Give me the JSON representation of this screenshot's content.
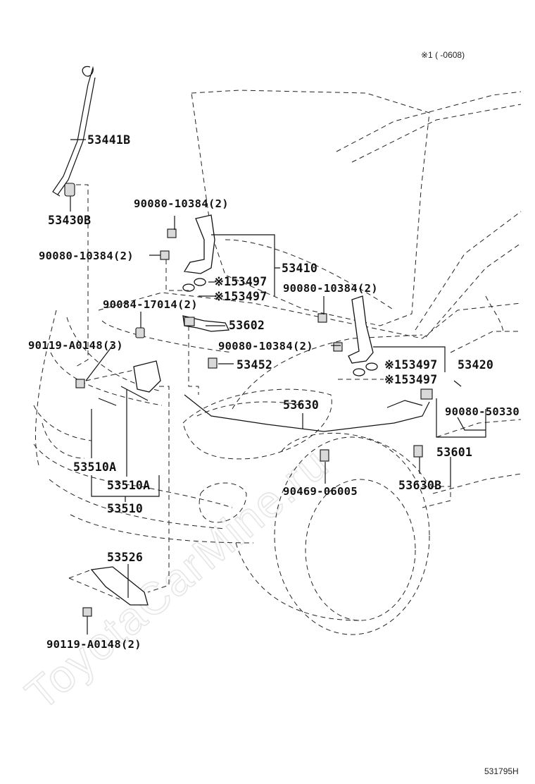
{
  "header": {
    "note": "※1 (      -0608)"
  },
  "watermark": "ToyotaCarMine.ru",
  "footer": {
    "code": "531795H"
  },
  "labels": {
    "p53441B": "53441B",
    "p53430B": "53430B",
    "p90080_10384_top": "90080-10384(2)",
    "p90080_10384_left": "90080-10384(2)",
    "p53410": "53410",
    "p53497_a": "※153497",
    "p53497_b": "※153497",
    "p90080_10384_right": "90080-10384(2)",
    "p90084_17014": "90084-17014(2)",
    "p53602": "53602",
    "p90119_A0148_3": "90119-A0148(3)",
    "p90080_10384_mid": "90080-10384(2)",
    "p53452": "53452",
    "p53497_c": "※153497",
    "p53420": "53420",
    "p53497_d": "※153497",
    "p53630": "53630",
    "p90080_50330": "90080-50330",
    "p53601": "53601",
    "p53510A_1": "53510A",
    "p53510A_2": "53510A",
    "p53510": "53510",
    "p90469_06005": "90469-06005",
    "p53630B": "53630B",
    "p53526": "53526",
    "p90119_A0148_2": "90119-A0148(2)"
  }
}
